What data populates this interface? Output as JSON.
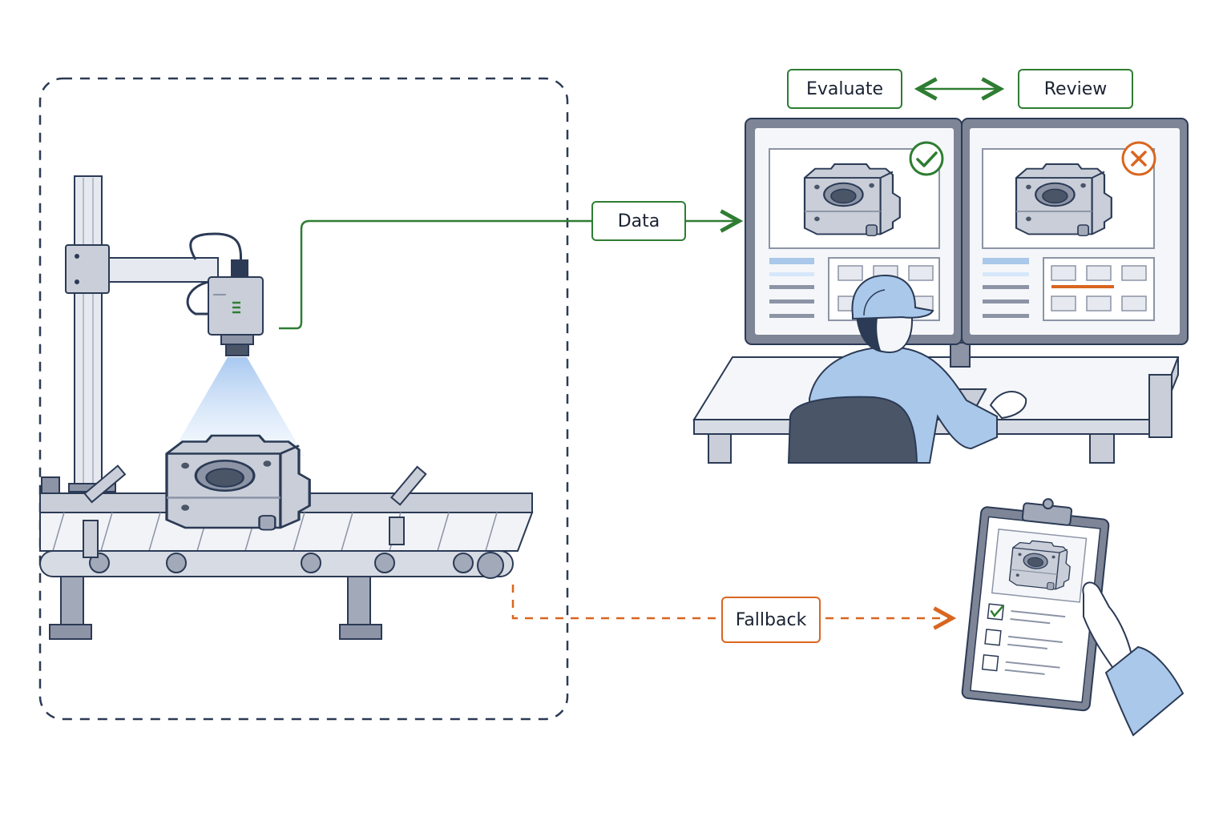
{
  "labels": {
    "data": "Data",
    "evaluate": "Evaluate",
    "review": "Review",
    "fallback": "Fallback"
  },
  "icons": {
    "pass": "check-circle-icon",
    "fail": "x-circle-icon"
  },
  "colors": {
    "ink": "#2b3a55",
    "green": "#2e7d32",
    "orange": "#d9661f",
    "blue_fill": "#a9c8ea",
    "metal": "#c9ced8",
    "metal_dark": "#8c94a6",
    "paper": "#f4f6f9"
  }
}
